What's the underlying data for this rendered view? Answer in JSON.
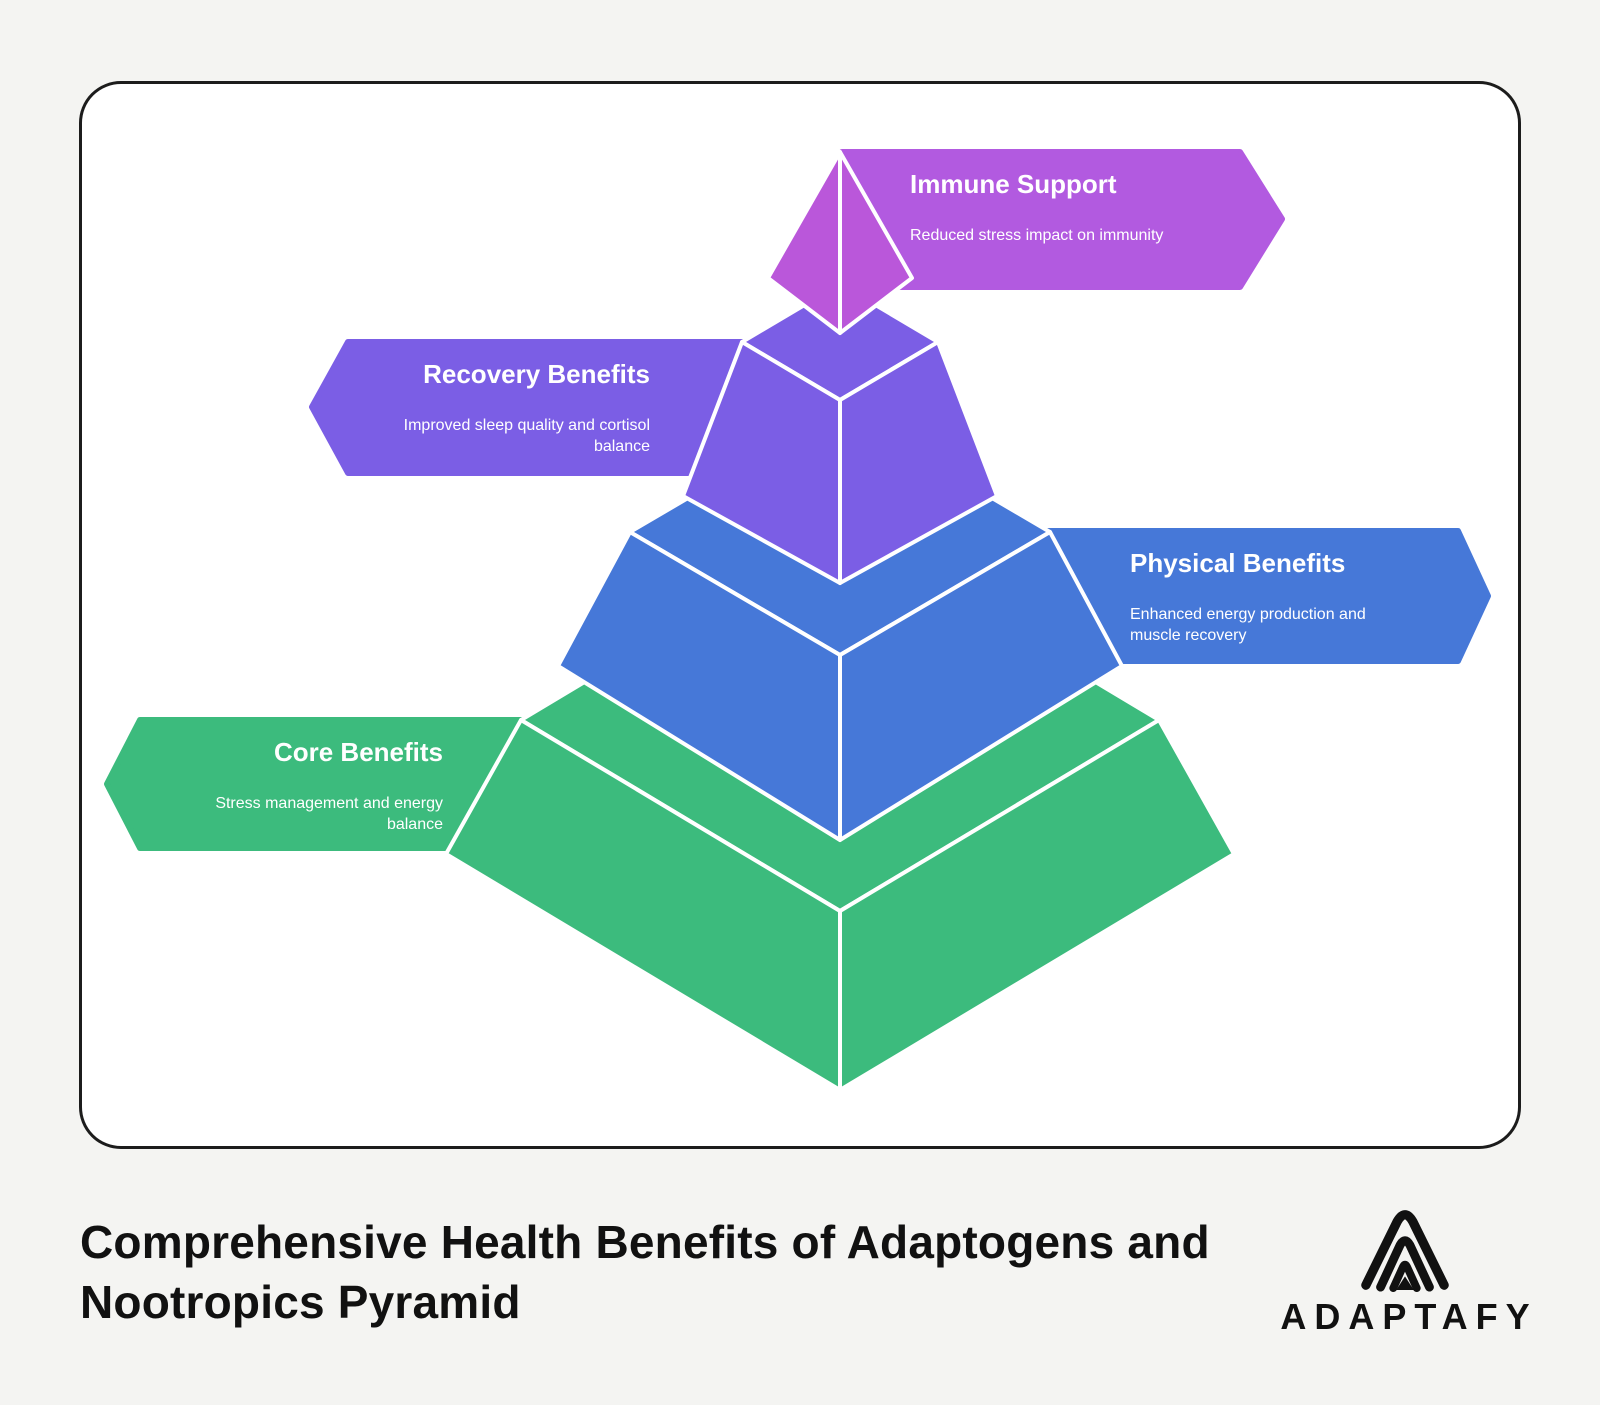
{
  "canvas": {
    "page_bg": "#f4f4f2",
    "card_bg": "#ffffff",
    "card_border": "#1c1c1c"
  },
  "pyramid": {
    "stroke_color": "#ffffff",
    "text_color": "#ffffff",
    "levels": [
      {
        "id": "immune",
        "title": "Immune Support",
        "description": "Reduced stress impact on immunity",
        "pyramid_color": "#ba57da",
        "banner_color": "#b25ae0",
        "label_side": "right"
      },
      {
        "id": "recovery",
        "title": "Recovery Benefits",
        "description": "Improved sleep quality and cortisol balance",
        "pyramid_color": "#7b5ee5",
        "banner_color": "#7b5ee5",
        "label_side": "left"
      },
      {
        "id": "physical",
        "title": "Physical Benefits",
        "description": "Enhanced energy production and muscle recovery",
        "pyramid_color": "#4678d8",
        "banner_color": "#4678d8",
        "label_side": "right"
      },
      {
        "id": "core",
        "title": "Core Benefits",
        "description": "Stress management and energy balance",
        "pyramid_color": "#3cbb7d",
        "banner_color": "#3cbb7d",
        "label_side": "left"
      }
    ]
  },
  "footer": {
    "title_lines": [
      "Comprehensive Health Benefits of Adaptogens and",
      "Nootropics Pyramid"
    ],
    "brand": "ADAPTAFY",
    "text_color": "#111111"
  }
}
